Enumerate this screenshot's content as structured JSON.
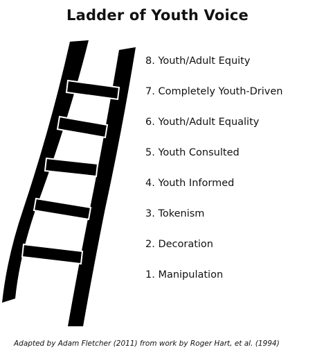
{
  "title": "Ladder of Youth Voice",
  "levels": [
    {
      "label": "8. Youth/Adult Equity"
    },
    {
      "label": "7. Completely Youth-Driven"
    },
    {
      "label": "6. Youth/Adult Equality"
    },
    {
      "label": "5. Youth Consulted"
    },
    {
      "label": "4. Youth Informed"
    },
    {
      "label": "3. Tokenism"
    },
    {
      "label": "2. Decoration"
    },
    {
      "label": "1. Manipulation"
    }
  ],
  "credit": "Adapted by Adam Fletcher (2011) from work by Roger Hart, et al. (1994)",
  "colors": {
    "ladder": "#000000",
    "text": "#111111",
    "background": "#ffffff"
  }
}
